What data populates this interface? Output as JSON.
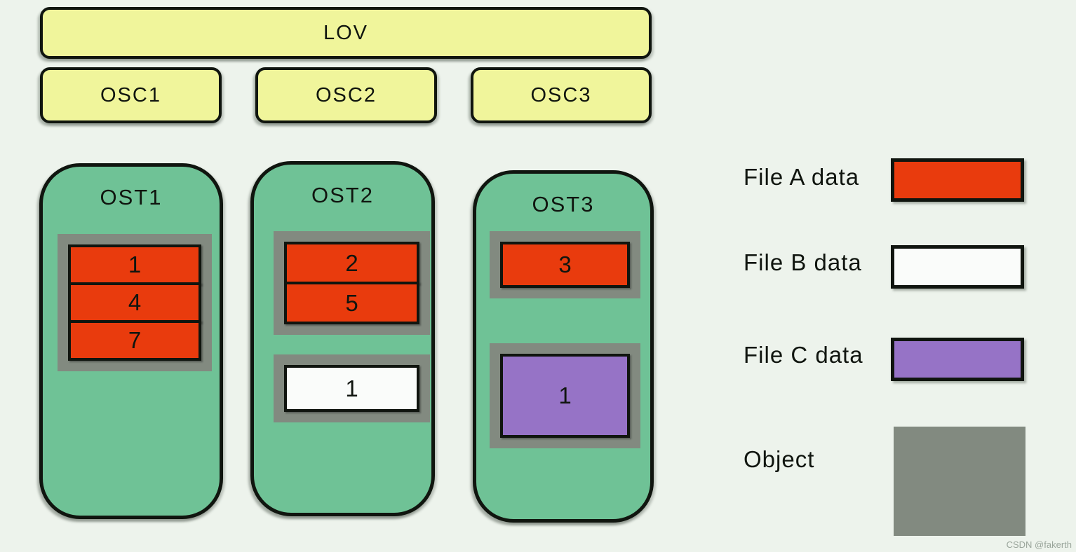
{
  "lov": {
    "label": "LOV"
  },
  "oscs": [
    {
      "label": "OSC1"
    },
    {
      "label": "OSC2"
    },
    {
      "label": "OSC3"
    }
  ],
  "osts": [
    {
      "label": "OST1",
      "objects": [
        {
          "stripes": [
            {
              "file": "File A",
              "label": "1"
            },
            {
              "file": "File A",
              "label": "4"
            },
            {
              "file": "File A",
              "label": "7"
            }
          ]
        }
      ]
    },
    {
      "label": "OST2",
      "objects": [
        {
          "stripes": [
            {
              "file": "File A",
              "label": "2"
            },
            {
              "file": "File A",
              "label": "5"
            }
          ]
        },
        {
          "stripes": [
            {
              "file": "File B",
              "label": "1"
            }
          ]
        }
      ]
    },
    {
      "label": "OST3",
      "objects": [
        {
          "stripes": [
            {
              "file": "File A",
              "label": "3"
            }
          ]
        },
        {
          "stripes": [
            {
              "file": "File C",
              "label": "1"
            }
          ]
        }
      ]
    }
  ],
  "legend": {
    "items": [
      {
        "label": "File A data",
        "color": "#e93b0d"
      },
      {
        "label": "File B data",
        "color": "#fafcfa"
      },
      {
        "label": "File C data",
        "color": "#9673c6"
      },
      {
        "label": "Object",
        "color": "#828a80"
      }
    ]
  },
  "colors": {
    "background": "#edf3ec",
    "node_yellow": "#f0f59b",
    "node_green": "#6fc296",
    "object_gray": "#828a80",
    "file_a_red": "#e93b0d",
    "file_b_white": "#fafcfa",
    "file_c_purple": "#9673c6",
    "border_black": "#10150f"
  },
  "watermark": "CSDN @fakerth"
}
